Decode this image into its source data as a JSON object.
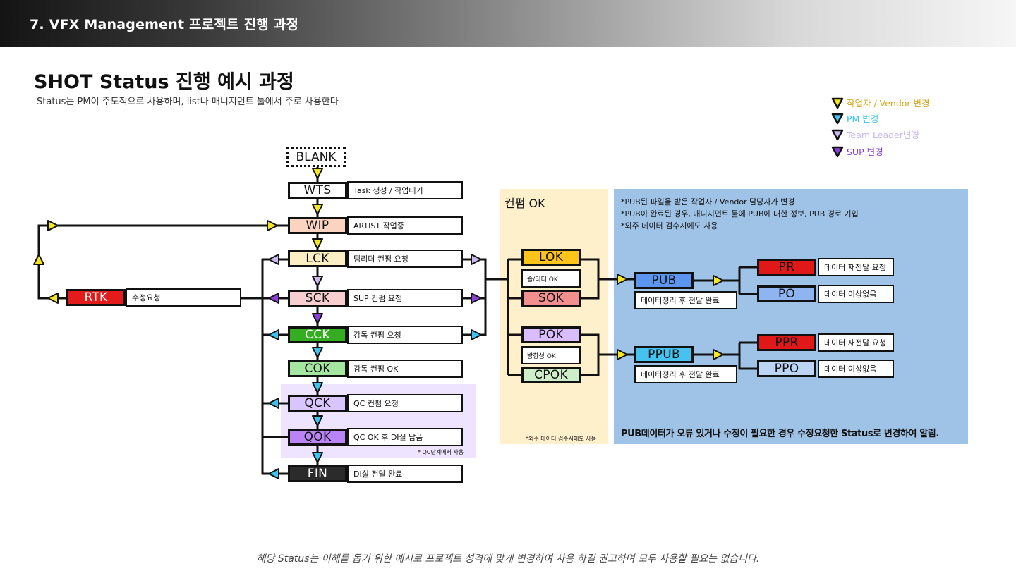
{
  "header": {
    "title": "7. VFX Management 프로젝트 진행 과정"
  },
  "title": "SHOT Status 진행 예시 과정",
  "subtitle": "Status는 PM이 주도적으로 사용하며, list나 매니지먼트 툴에서 주로 사용한다",
  "legend": [
    {
      "label": "작업자 / Vendor 변경",
      "color": "#f5e623",
      "text_color": "#d4a71a"
    },
    {
      "label": "PM 변경",
      "color": "#3cc4ee",
      "text_color": "#3cc4ee"
    },
    {
      "label": "Team Leader변경",
      "color": "#c9b8f0",
      "text_color": "#c9b8f0"
    },
    {
      "label": "SUP 변경",
      "color": "#8a3fd8",
      "text_color": "#8a3fd8"
    }
  ],
  "blank": "BLANK",
  "main_statuses": [
    {
      "code": "WTS",
      "desc": "Task 생성 / 작업대기",
      "fill": "#ffffff",
      "text": "#111111"
    },
    {
      "code": "WIP",
      "desc": "ARTIST 작업중",
      "fill": "#fad4c0",
      "text": "#111111"
    },
    {
      "code": "LCK",
      "desc": "팀리더 컨펌 요청",
      "fill": "#fcefc4",
      "text": "#111111"
    },
    {
      "code": "SCK",
      "desc": "SUP 컨펌 요청",
      "fill": "#f8cfd0",
      "text": "#111111"
    },
    {
      "code": "CCK",
      "desc": "감독 컨펌 요청",
      "fill": "#35ad21",
      "text": "#ffffff"
    },
    {
      "code": "COK",
      "desc": "감독 컨펌 OK",
      "fill": "#a5e6a0",
      "text": "#111111"
    },
    {
      "code": "QCK",
      "desc": "QC 컨펌 요청",
      "fill": "#d9c5ff",
      "text": "#111111"
    },
    {
      "code": "QOK",
      "desc": "QC OK 후 DI실 납품",
      "fill": "#bb84f6",
      "text": "#111111"
    },
    {
      "code": "FIN",
      "desc": "DI실 전달 완료",
      "fill": "#2b2b2b",
      "text": "#ffffff"
    }
  ],
  "rtk": {
    "code": "RTK",
    "desc": "수정요청",
    "fill": "#e41b1b",
    "text": "#ffffff"
  },
  "qc_note": "* QC단계에서 사용",
  "confirm_ok": {
    "title": "컨펌 OK",
    "lok": {
      "code": "LOK",
      "fill": "#ffc319"
    },
    "lok_sub": "슙/리더 OK",
    "sok": {
      "code": "SOK",
      "fill": "#f29090"
    },
    "pok": {
      "code": "POK",
      "fill": "#dabdff"
    },
    "pok_sub": "방향성 OK",
    "cpok": {
      "code": "CPOK",
      "fill": "#cdeec9"
    },
    "note": "*외주 데이터 검수시에도 사용"
  },
  "pub_panel": {
    "notes": [
      "*PUB된 파일을 받은 작업자 / Vendor 담당자가 변경",
      "*PUB이 완료된 경우, 매니지먼트 툴에 PUB에 대한 정보, PUB 경로 기입",
      "*외주 데이터 검수시에도 사용"
    ],
    "pub": {
      "code": "PUB",
      "desc": "데이터정리 후 전달 완료",
      "fill": "#5b95f0"
    },
    "pr": {
      "code": "PR",
      "desc": "데이터 재전달 요청",
      "fill": "#e01818"
    },
    "po": {
      "code": "PO",
      "desc": "데이터 이상없음",
      "fill": "#8fb4f2"
    },
    "ppub": {
      "code": "PPUB",
      "desc": "데이터정리 후 전달 완료",
      "fill": "#45c2f0"
    },
    "ppr": {
      "code": "PPR",
      "desc": "데이터 재전달 요청",
      "fill": "#e01818"
    },
    "ppo": {
      "code": "PPO",
      "desc": "데이터 이상없음",
      "fill": "#bcd5f7"
    },
    "bottom_note": "PUB데이터가 오류 있거나 수정이 필요한 경우 수정요청한 Status로 변경하여 알림."
  },
  "footer": "해당 Status는 이해를 돕기 위한 예시로 프로젝트 성격에 맞게 변경하여 사용 하길 권고하며 모두 사용할 필요는 없습니다."
}
